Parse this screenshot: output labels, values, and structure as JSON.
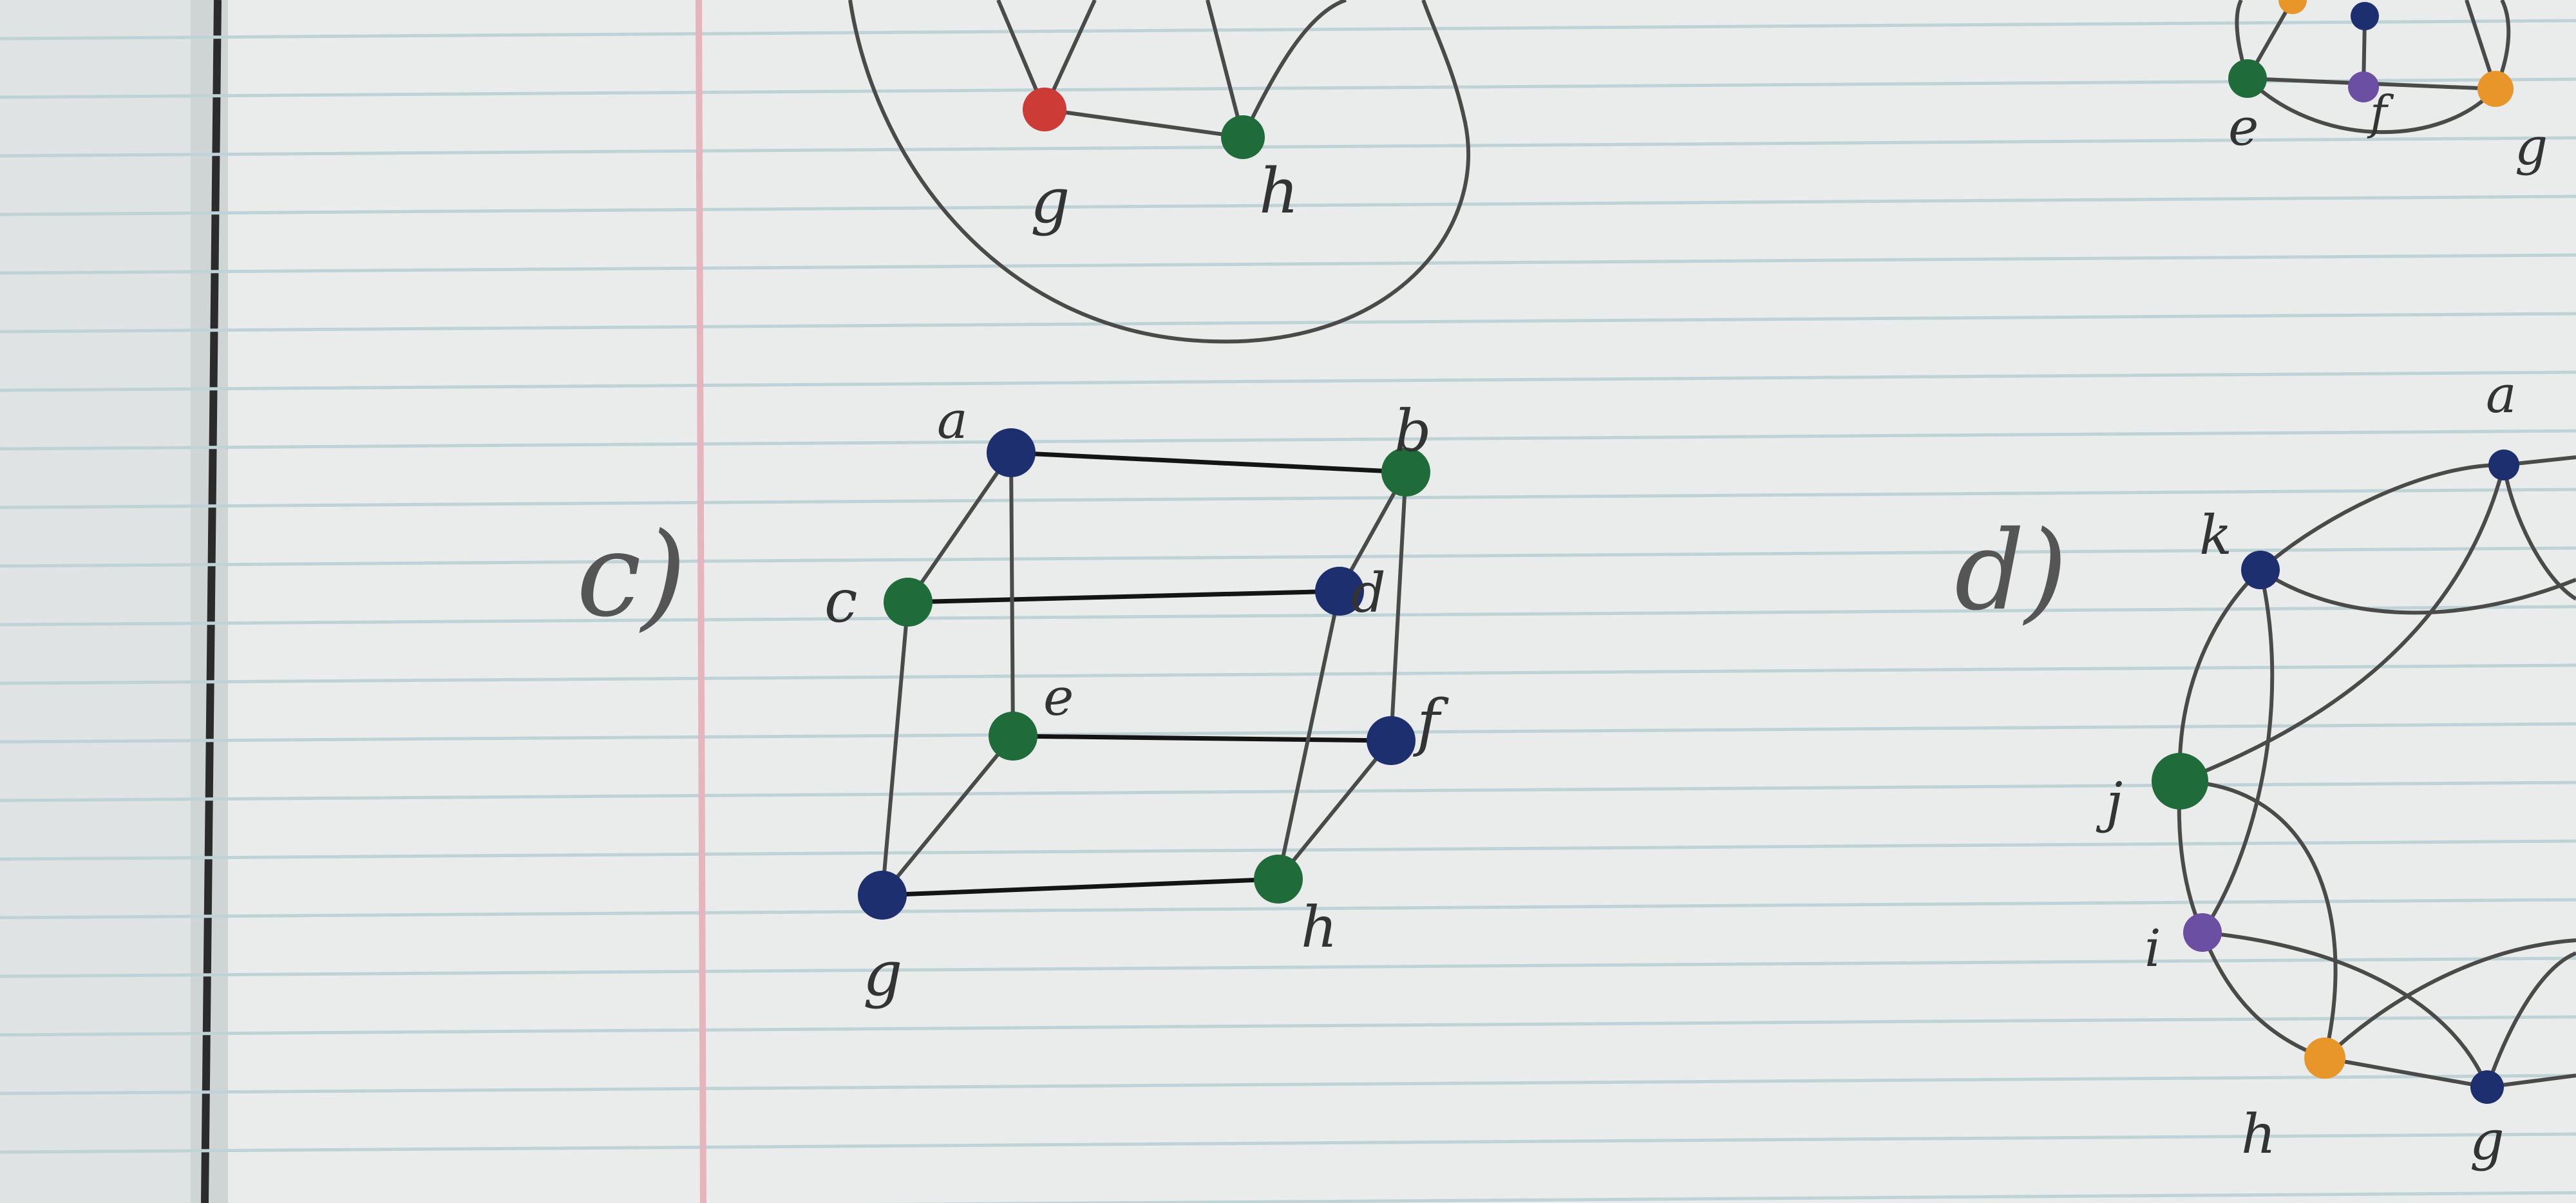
{
  "colors": {
    "paper": "#e9ecea",
    "paper_left_page": "#dfe3e4",
    "rule_line": "#bfd3d6",
    "margin_line": "#e6b4bc",
    "pencil": "#4a4a48",
    "ink": "#141414",
    "node_green": "#1f6b3a",
    "node_blue": "#1d2f6e",
    "node_red": "#cc3b36",
    "node_purple": "#6a4fa3",
    "node_orange": "#e8962a"
  },
  "drawings": {
    "top_partial": {
      "node_labels": [
        "g",
        "h"
      ],
      "node_colors": {
        "g": "node_red",
        "h": "node_green"
      }
    },
    "top_right_partial": {
      "node_labels": [
        "e",
        "f",
        "g"
      ],
      "node_colors": {
        "e": "node_green",
        "f": "node_purple",
        "g": "node_orange"
      }
    },
    "graph_c": {
      "part_label": "c)",
      "node_labels": [
        "a",
        "b",
        "c",
        "d",
        "e",
        "f",
        "g",
        "h"
      ],
      "node_colors": {
        "a": "node_blue",
        "b": "node_green",
        "c": "node_green",
        "d": "node_blue",
        "e": "node_green",
        "f": "node_blue",
        "g": "node_blue",
        "h": "node_green"
      },
      "edges": [
        [
          "a",
          "b"
        ],
        [
          "c",
          "d"
        ],
        [
          "e",
          "f"
        ],
        [
          "g",
          "h"
        ],
        [
          "a",
          "c"
        ],
        [
          "b",
          "d"
        ],
        [
          "e",
          "g"
        ],
        [
          "f",
          "h"
        ],
        [
          "a",
          "e"
        ],
        [
          "c",
          "g"
        ],
        [
          "b",
          "f"
        ],
        [
          "d",
          "h"
        ]
      ]
    },
    "graph_d": {
      "part_label": "d)",
      "node_labels": [
        "a",
        "k",
        "j",
        "i",
        "h",
        "g"
      ],
      "node_colors": {
        "a": "node_blue",
        "k": "node_blue",
        "j": "node_green",
        "i": "node_purple",
        "h": "node_orange",
        "g": "node_blue"
      }
    }
  }
}
